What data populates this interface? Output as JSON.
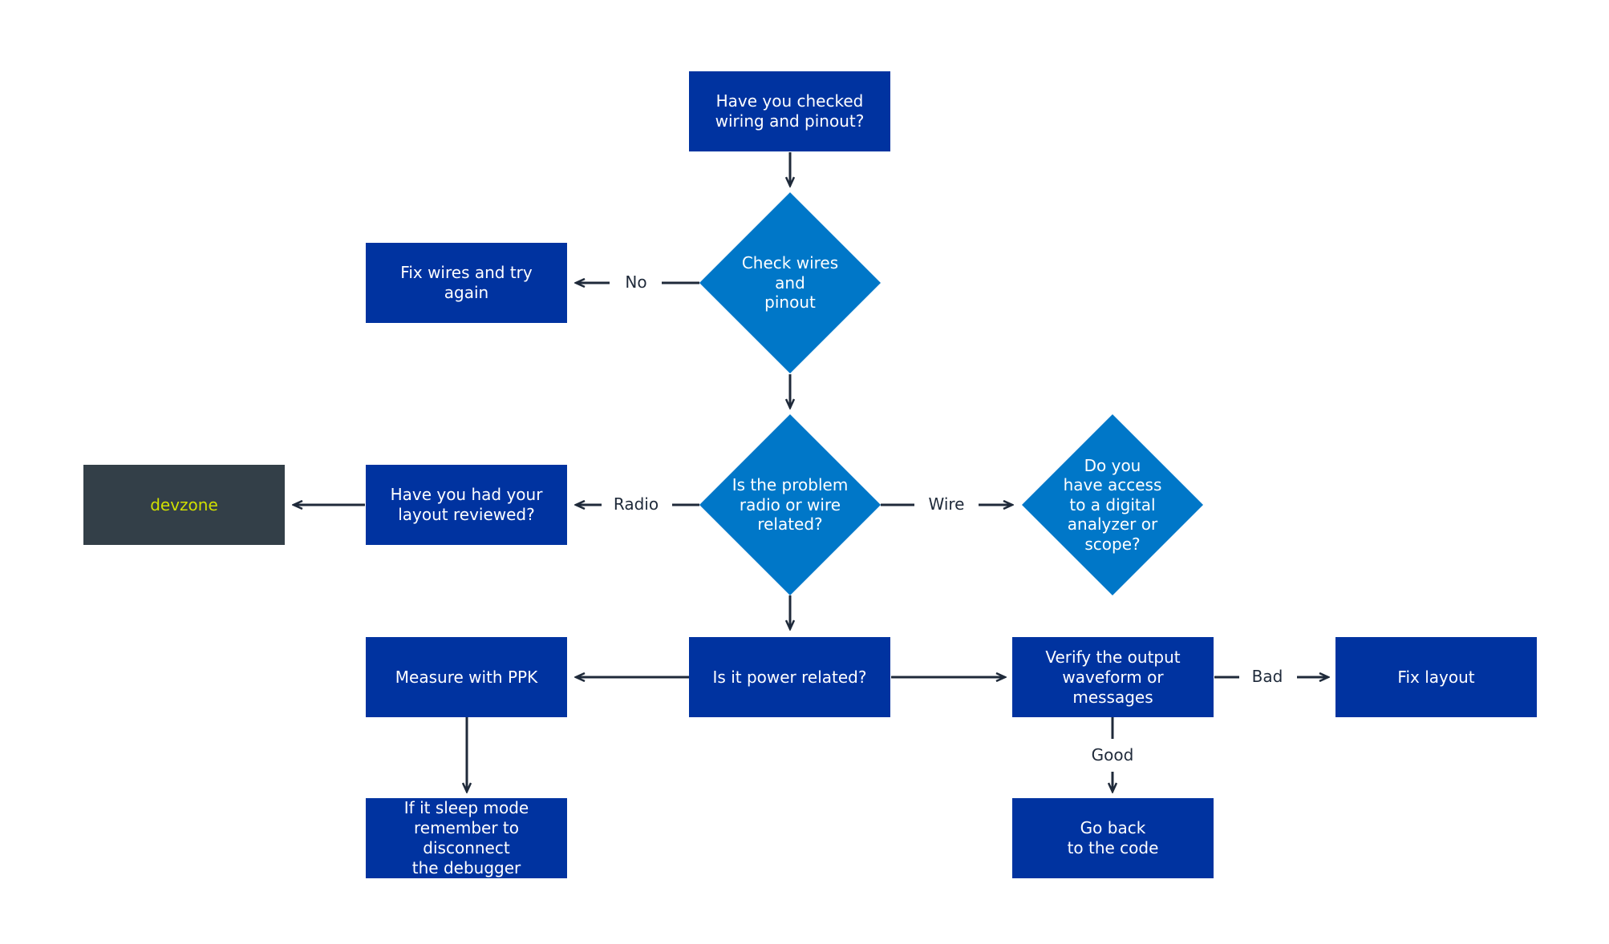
{
  "colors": {
    "process": "#0033a0",
    "decision": "#0077c8",
    "external": "#333f48",
    "external_text": "#d0df00",
    "connector": "#1f2a3a"
  },
  "nodes": {
    "checked_wiring": "Have you checked\nwiring and pinout?",
    "check_wires": "Check wires and\npinout",
    "fix_wires": "Fix wires and try\nagain",
    "radio_or_wire": "Is the problem\nradio or wire\nrelated?",
    "layout_reviewed": "Have you had your\nlayout reviewed?",
    "devzone": "devzone",
    "digital_analyzer": "Do you\nhave access\nto a digital\nanalyzer or\nscope?",
    "power_related": "Is it power related?",
    "measure_ppk": "Measure with PPK",
    "sleep_mode": "If it sleep mode\nremember to disconnect\nthe debugger",
    "verify_output": "Verify the output\nwaveform or messages",
    "fix_layout": "Fix layout",
    "go_back": "Go back\nto the code"
  },
  "edge_labels": {
    "no": "No",
    "radio": "Radio",
    "wire": "Wire",
    "bad": "Bad",
    "good": "Good"
  }
}
